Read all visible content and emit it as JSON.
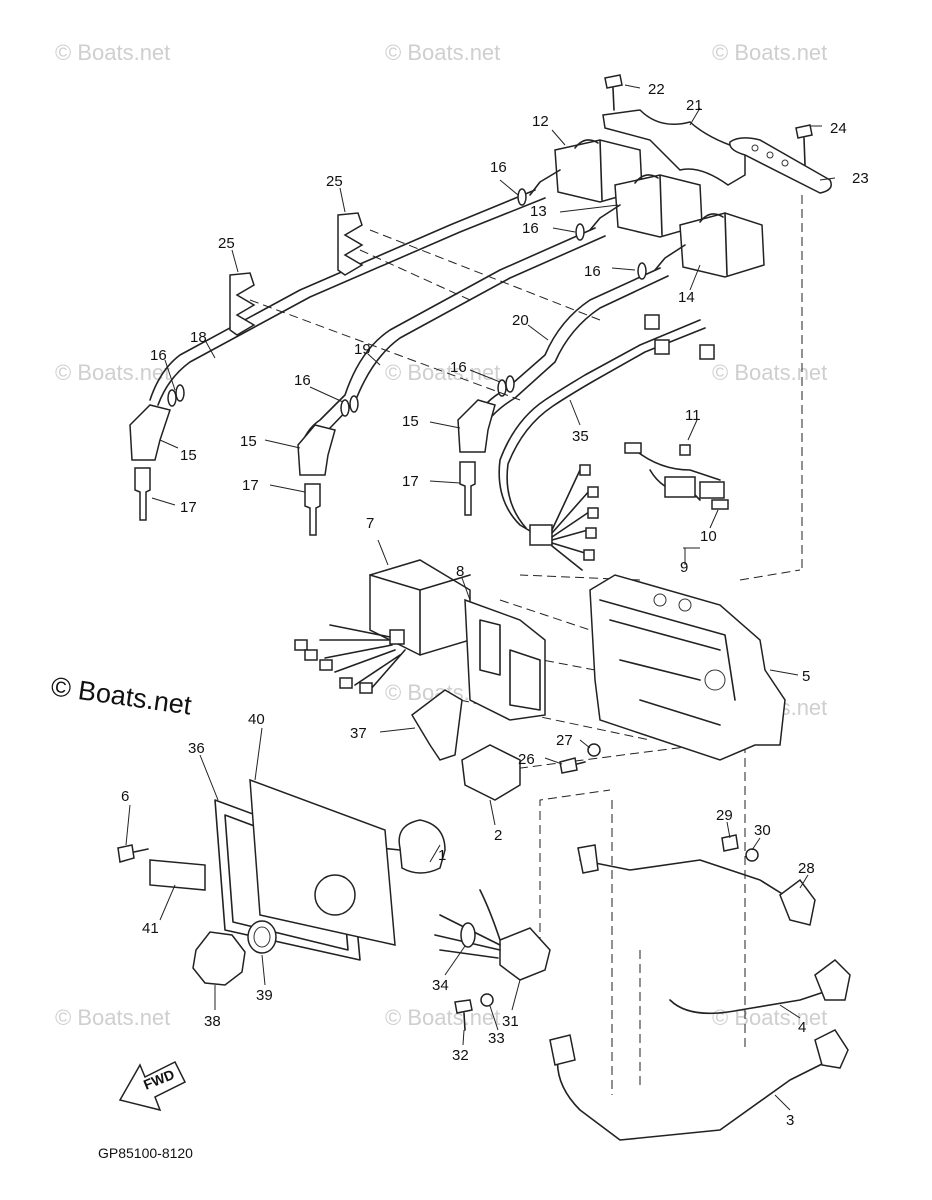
{
  "watermark": "© Boats.net",
  "brand_watermark": "© Boats.net",
  "figure_code": "GP85100-8120",
  "fwd_label": "FWD",
  "callouts": [
    "1",
    "2",
    "3",
    "4",
    "5",
    "6",
    "7",
    "8",
    "9",
    "10",
    "11",
    "12",
    "13",
    "14",
    "15",
    "16",
    "17",
    "18",
    "19",
    "20",
    "21",
    "22",
    "23",
    "24",
    "25",
    "26",
    "27",
    "28",
    "29",
    "30",
    "31",
    "32",
    "33",
    "34",
    "35",
    "36",
    "37",
    "38",
    "39",
    "40",
    "41"
  ]
}
